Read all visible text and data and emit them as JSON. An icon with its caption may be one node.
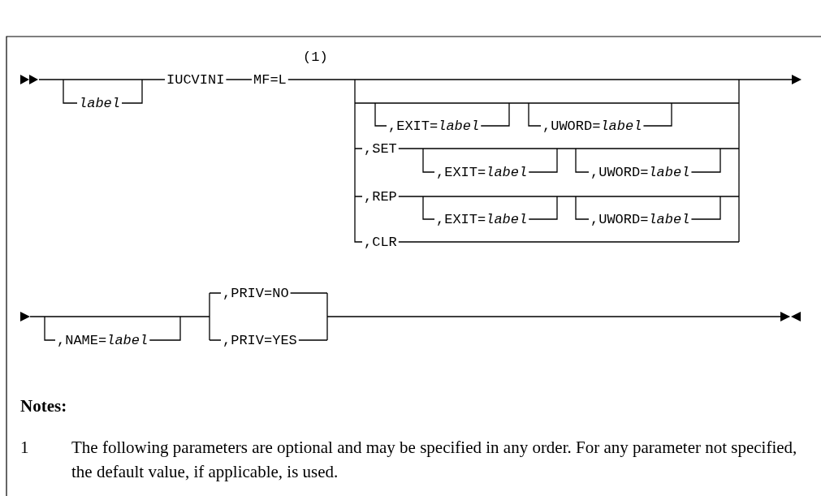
{
  "diagram": {
    "labels": [
      "(1)",
      "IUCVINI",
      "MF=L",
      "label",
      ",EXIT=*label*",
      ",UWORD=*label*",
      ",SET",
      ",EXIT=*label*",
      ",UWORD=*label*",
      ",REP",
      ",EXIT=*label*",
      ",UWORD=*label*",
      ",CLR",
      ",PRIV=NO",
      ",NAME=*label*",
      ",PRIV=YES",
      "Notes:",
      "1",
      "The following parameters are optional and may be specified in any order. For any parameter not specified, the default value, if applicable, is used."
    ]
  }
}
